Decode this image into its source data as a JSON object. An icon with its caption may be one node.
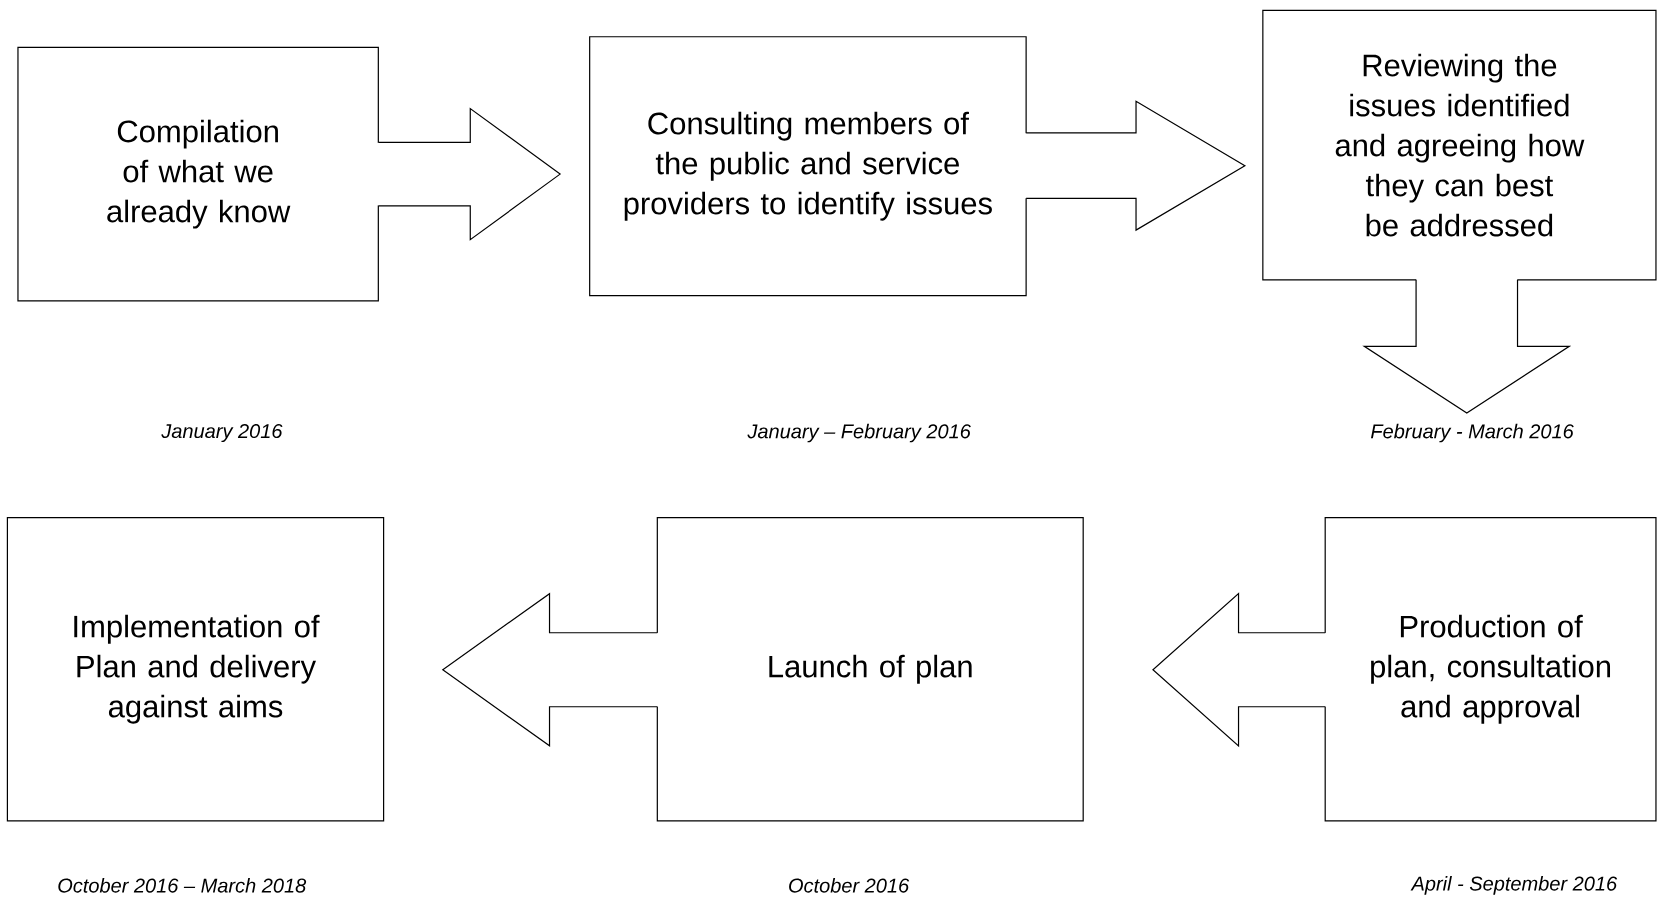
{
  "diagram": {
    "nodes": [
      {
        "text": [
          "Compilation of what we already know"
        ]
      },
      {
        "text": [
          "Consulting members of the public and service providers to identify issues"
        ]
      },
      {
        "text": [
          "Reviewing the issues identified and agreeing how they can best be addressed"
        ]
      },
      {
        "text": [
          "Implementation of Plan and delivery against aims"
        ]
      },
      {
        "text": [
          "Launch of plan"
        ]
      },
      {
        "text": [
          "Production of plan, consultation and approval"
        ]
      }
    ],
    "labels": [
      "January 2016",
      "January – February 2016",
      "February - March 2016",
      "October 2016 – March 2018",
      "October 2016",
      "April - September 2016"
    ]
  }
}
